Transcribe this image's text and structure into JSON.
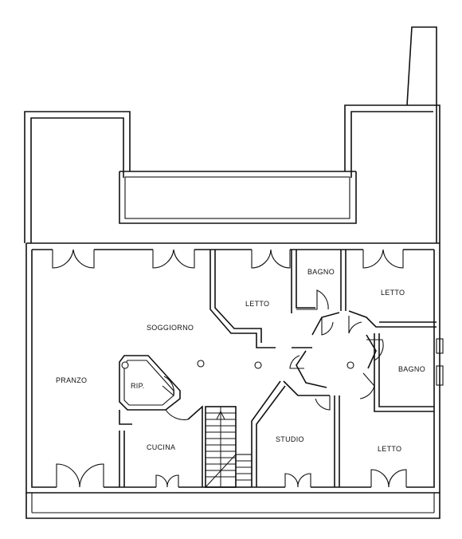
{
  "plan": {
    "rooms": [
      {
        "key": "letto1",
        "label": "LETTO"
      },
      {
        "key": "bagno1",
        "label": "BAGNO"
      },
      {
        "key": "letto2",
        "label": "LETTO"
      },
      {
        "key": "soggiorno",
        "label": "SOGGIORNO"
      },
      {
        "key": "pranzo",
        "label": "PRANZO"
      },
      {
        "key": "rip",
        "label": "RIP."
      },
      {
        "key": "bagno2",
        "label": "BAGNO"
      },
      {
        "key": "cucina",
        "label": "CUCINA"
      },
      {
        "key": "studio",
        "label": "STUDIO"
      },
      {
        "key": "letto3",
        "label": "LETTO"
      }
    ]
  },
  "colors": {
    "line": "#111111",
    "background": "#ffffff"
  }
}
